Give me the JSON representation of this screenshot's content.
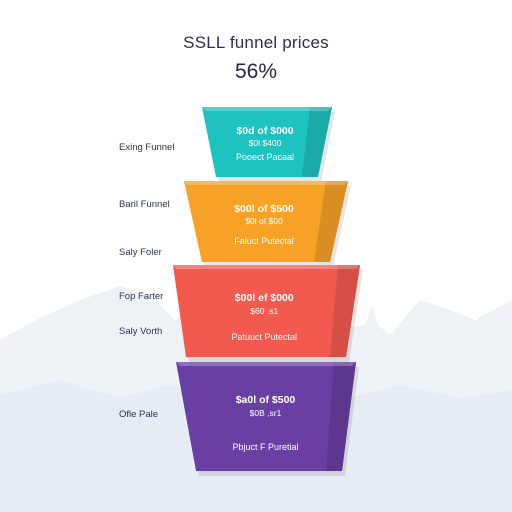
{
  "chart_data": {
    "type": "funnel",
    "title": "SSLL funnel prices",
    "headline_value": "56%",
    "stages": [
      {
        "line1": "$0d of $000",
        "line2": "$0l $400",
        "line3": "Pooect Pacaal",
        "color": "#1ec2bf"
      },
      {
        "line1": "$00l of $500",
        "line2": "$0l of $00",
        "line3": "Faluct Putectal",
        "color": "#f7a126"
      },
      {
        "line1": "$00l ef $000",
        "line2": "$60 .s1",
        "line3": "Patuuct Putectal",
        "color": "#f25a4f"
      },
      {
        "line1": "$a0l of $500",
        "line2": "$0B ,sr1",
        "line3": "Pbjuct F Puretial",
        "color": "#6a3fa3"
      }
    ],
    "side_labels": [
      "Exing Funnel",
      "Baril Funnel",
      "Saly Foler",
      "Fop Farter",
      "Saly Vorth",
      "Ofle Pale"
    ]
  }
}
